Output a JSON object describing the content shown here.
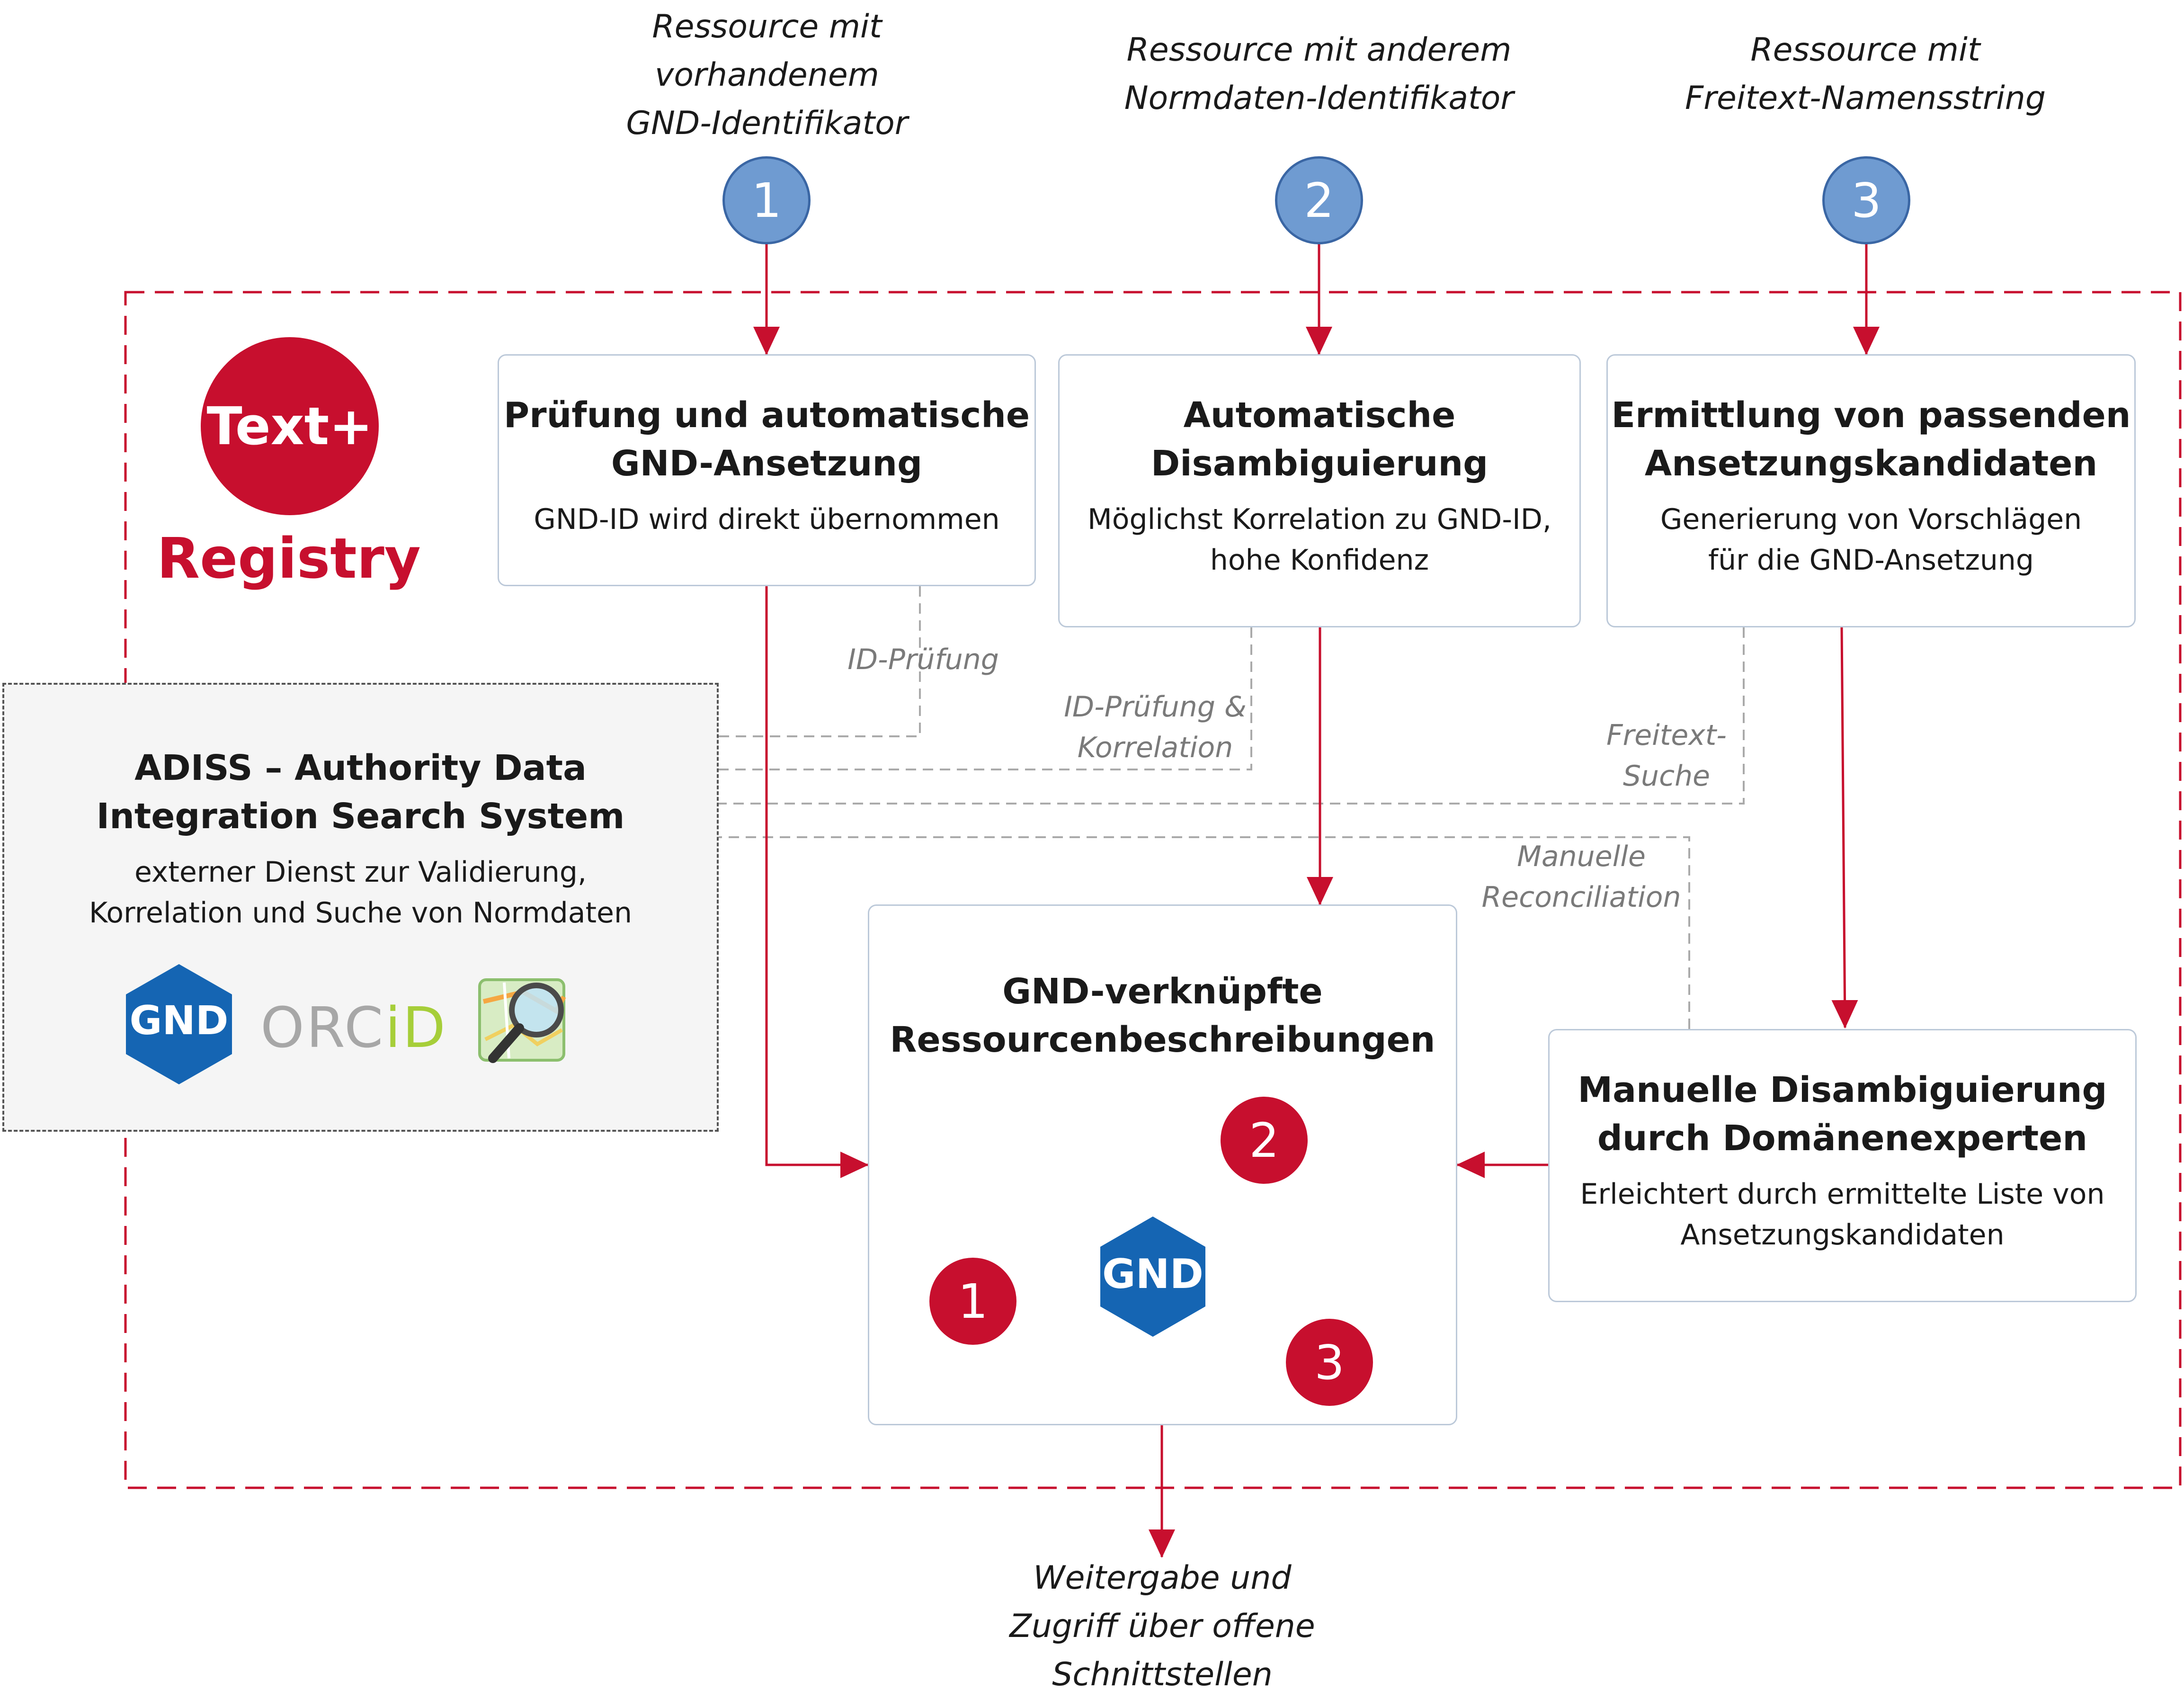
{
  "inputs": [
    {
      "number": "1",
      "lines": [
        "Ressource mit",
        "vorhandenem",
        "GND-Identifikator"
      ]
    },
    {
      "number": "2",
      "lines": [
        "Ressource mit anderem",
        "Normdaten-Identifikator"
      ]
    },
    {
      "number": "3",
      "lines": [
        "Ressource mit",
        "Freitext-Namensstring"
      ]
    }
  ],
  "brand": {
    "logo_text": "Text+",
    "subtitle": "Registry"
  },
  "steps": [
    {
      "title": [
        "Prüfung und automatische",
        "GND-Ansetzung"
      ],
      "desc": [
        "GND-ID wird direkt übernommen"
      ]
    },
    {
      "title": [
        "Automatische",
        "Disambiguierung"
      ],
      "desc": [
        "Möglichst Korrelation zu GND-ID,",
        "hohe Konfidenz"
      ]
    },
    {
      "title": [
        "Ermittlung von passenden",
        "Ansetzungskandidaten"
      ],
      "desc": [
        "Generierung von Vorschlägen",
        "für die GND-Ansetzung"
      ]
    }
  ],
  "adiss": {
    "title": [
      "ADISS – Authority Data",
      "Integration Search System"
    ],
    "desc": [
      "externer Dienst zur Validierung,",
      "Korrelation und Suche von Normdaten"
    ],
    "logos": {
      "gnd": "GND",
      "orcid_a": "ORC",
      "orcid_b": "iD",
      "map_icon": "openstreetmap-search-icon"
    }
  },
  "service_labels": {
    "id_check": [
      "ID-Prüfung"
    ],
    "id_correlation": [
      "ID-Prüfung &",
      "Korrelation"
    ],
    "freetext": [
      "Freitext-",
      "Suche"
    ],
    "manual": [
      "Manuelle",
      "Reconciliation"
    ]
  },
  "center": {
    "title": [
      "GND-verknüpfte",
      "Ressourcenbeschreibungen"
    ],
    "hub": "GND",
    "nodes": [
      "1",
      "2",
      "3"
    ]
  },
  "manual": {
    "title": [
      "Manuelle Disambiguierung",
      "durch Domänenexperten"
    ],
    "desc": [
      "Erleichtert durch ermittelte Liste von",
      "Ansetzungskandidaten"
    ]
  },
  "output": {
    "lines": [
      "Weitergabe und",
      "Zugriff über offene",
      "Schnittstellen"
    ]
  },
  "colors": {
    "accent_red": "#c70f2e",
    "badge_blue": "#6f9bd1",
    "gnd_blue": "#1565b3",
    "dash_gray": "#aaaaaa",
    "orcid_green": "#a6ce39"
  }
}
